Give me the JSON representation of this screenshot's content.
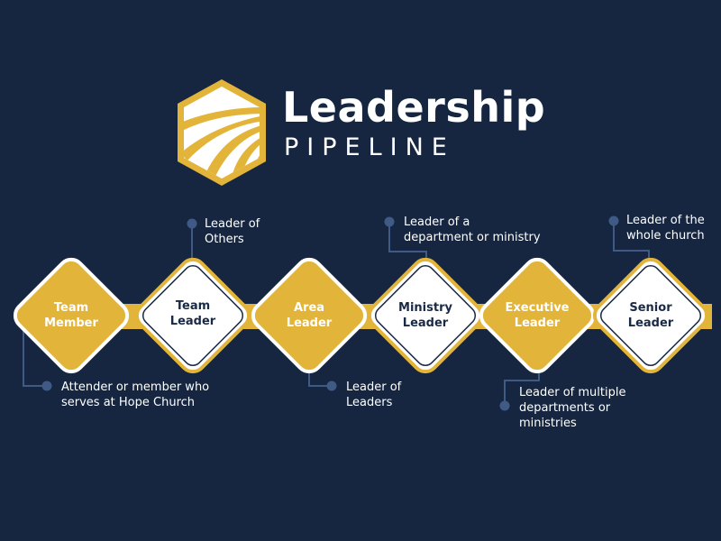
{
  "header": {
    "title": "Leadership",
    "subtitle": "PIPELINE",
    "logo_icon": "rays-hexagon-icon"
  },
  "colors": {
    "background": "#162640",
    "gold": "#e2b43a",
    "white": "#ffffff",
    "navy_text": "#1b2a44",
    "connector": "#3f5a85"
  },
  "stages": [
    {
      "line1": "Team",
      "line2": "Member",
      "style": "gold"
    },
    {
      "line1": "Team",
      "line2": "Leader",
      "style": "white"
    },
    {
      "line1": "Area",
      "line2": "Leader",
      "style": "gold"
    },
    {
      "line1": "Ministry",
      "line2": "Leader",
      "style": "white"
    },
    {
      "line1": "Executive",
      "line2": "Leader",
      "style": "gold"
    },
    {
      "line1": "Senior",
      "line2": "Leader",
      "style": "white"
    }
  ],
  "descriptions": [
    {
      "line1": "Attender or member who",
      "line2": "serves at Hope Church",
      "line3": ""
    },
    {
      "line1": "Leader of",
      "line2": "Others",
      "line3": ""
    },
    {
      "line1": "Leader of",
      "line2": "Leaders",
      "line3": ""
    },
    {
      "line1": "Leader of a",
      "line2": "department or ministry",
      "line3": ""
    },
    {
      "line1": "Leader of multiple",
      "line2": "departments or",
      "line3": "ministries"
    },
    {
      "line1": "Leader of the",
      "line2": "whole church",
      "line3": ""
    }
  ]
}
